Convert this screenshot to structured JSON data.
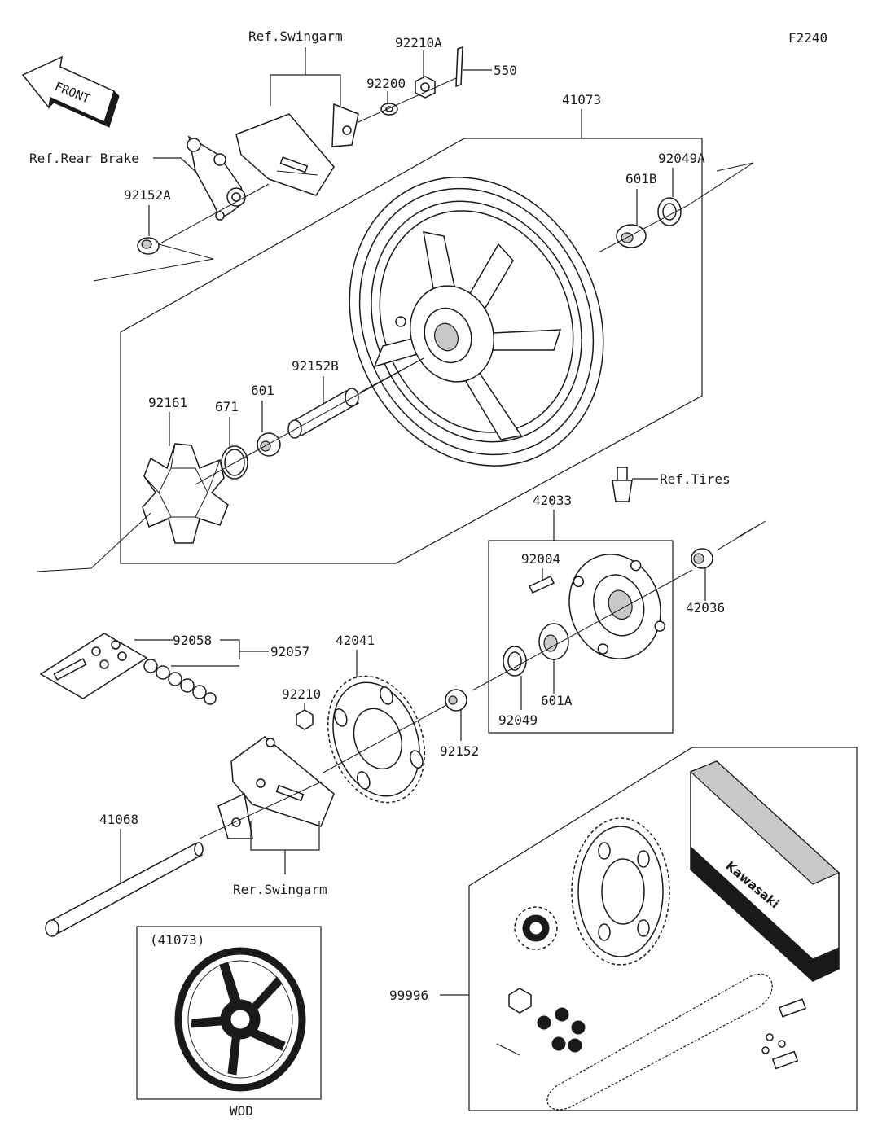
{
  "figure_code": "F2240",
  "front_label": "FRONT",
  "labels": {
    "ref_swingarm": "Ref.Swingarm",
    "ref_rear_brake": "Ref.Rear Brake",
    "ref_tires": "Ref.Tires",
    "rer_swingarm": "Rer.Swingarm",
    "p92210A": "92210A",
    "p92200": "92200",
    "p550": "550",
    "p41073": "41073",
    "p92049A": "92049A",
    "p601B": "601B",
    "p92152A": "92152A",
    "p92152B": "92152B",
    "p92161": "92161",
    "p671": "671",
    "p601": "601",
    "p42033": "42033",
    "p92004": "92004",
    "p42036": "42036",
    "p92058": "92058",
    "p92057": "92057",
    "p42041": "42041",
    "p92210": "92210",
    "p601A": "601A",
    "p92049": "92049",
    "p92152": "92152",
    "p41068": "41068",
    "p99996": "99996"
  },
  "inset": {
    "title": "(41073)",
    "caption": "WOD"
  },
  "kit_box_brand": "Kawasaki"
}
